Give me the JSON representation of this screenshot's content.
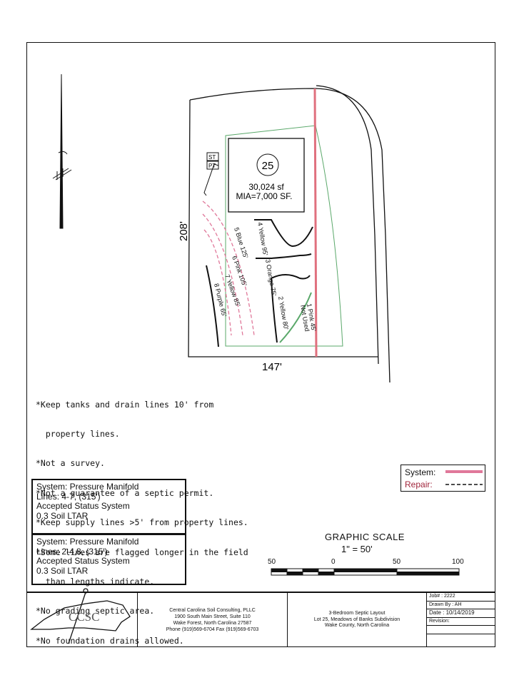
{
  "plan": {
    "lot_number": "25",
    "area": "30,024 sf",
    "mia": "MIA=7,000 SF.",
    "dim_left": "208'",
    "dim_bottom": "147'",
    "tag_st": "ST",
    "tag_pt": "PT",
    "lines": [
      {
        "label": "1 Pink 45'",
        "sub": "Not Used"
      },
      {
        "label": "2 Yellow 80'"
      },
      {
        "label": "3 Orange 75'"
      },
      {
        "label": "4 Yellow 95'"
      },
      {
        "label": "5 Blue 125'"
      },
      {
        "label": "6 Pink 105'"
      },
      {
        "label": "7 Yellow 85'"
      },
      {
        "label": "8 Purple 65'"
      }
    ]
  },
  "notes": [
    "*Keep tanks and drain lines 10' from",
    "  property lines.",
    "*Not a survey.",
    "*Not a guarantee of a septic permit.",
    "*Keep supply lines >5' from property lines.",
    "*Some lines are flagged longer in the field",
    "  than lengths indicate.",
    "*No grading septic area.",
    "*No foundation drains allowed."
  ],
  "systems": [
    {
      "line1": "System: Pressure Manifold",
      "line2": "Lines: 4-7, (315')",
      "line3": "Accepted Status System",
      "line4": "0.3 Soil LTAR"
    },
    {
      "line1": "System: Pressure Manifold",
      "line2": "Lines: 2-4,8, (315')",
      "line3": "Accepted Status System",
      "line4": "0.3 Soil LTAR"
    }
  ],
  "legend": {
    "system": "System:",
    "repair": "Repair:"
  },
  "scale": {
    "title": "GRAPHIC SCALE",
    "ratio": "1\" = 50'",
    "ticks": [
      "50",
      "0",
      "50",
      "100"
    ]
  },
  "titleblock": {
    "logo": "CCSC",
    "company": "Central Carolina Soil Consulting, PLLC",
    "address1": "1900 South Main Street, Suite 110",
    "address2": "Wake Forest, North Carolina 27587",
    "phone": "Phone (919)569-6704 Fax (919)569-6703",
    "project1": "3-Bedroom Septic Layout",
    "project2": "Lot 25, Meadows of Banks Subdivision",
    "project3": "Wake County, North Carolina",
    "job": "Job# : 2222",
    "drawn": "Drawn By : AH",
    "date": "Date : 10/14/2019",
    "revision": "Revision:"
  },
  "colors": {
    "pink": "#e0789a",
    "red": "#e05a6a",
    "green": "#5aa86a",
    "dark": "#111111"
  }
}
